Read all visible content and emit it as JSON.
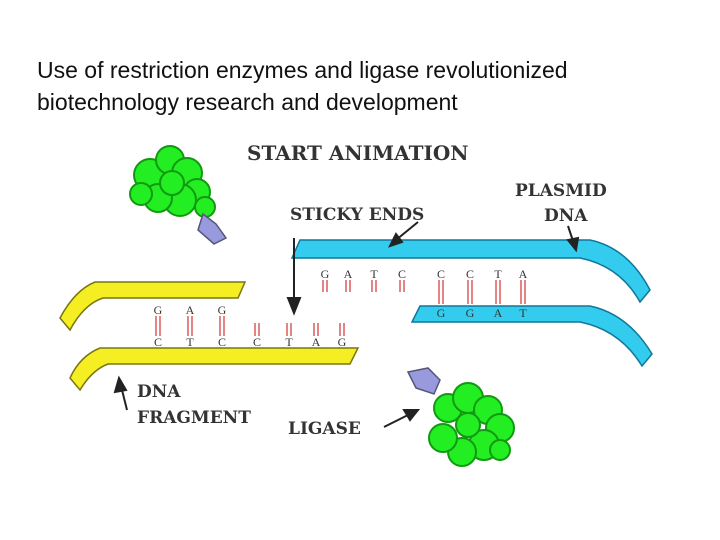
{
  "slide": {
    "title": "Use of restriction enzymes and ligase revolutionized biotechnology research and development"
  },
  "diagram": {
    "start_animation": "START ANIMATION",
    "sticky_ends": "STICKY ENDS",
    "plasmid_line1": "PLASMID",
    "plasmid_line2": "DNA",
    "dna_fragment_line1": "DNA",
    "dna_fragment_line2": "FRAGMENT",
    "ligase": "LIGASE",
    "plasmid_top_bases": [
      "G",
      "A",
      "T",
      "C",
      "C",
      "C",
      "T",
      "A"
    ],
    "plasmid_bottom_bases": [
      "G",
      "G",
      "A",
      "T"
    ],
    "fragment_top_bases": [
      "G",
      "A",
      "G"
    ],
    "fragment_bottom_bases": [
      "C",
      "T",
      "C",
      "C",
      "T",
      "A",
      "G"
    ],
    "colors": {
      "plasmid": "#33ccee",
      "fragment": "#f5ee22",
      "enzyme": "#22ee22",
      "enzyme_tip": "#9999dd",
      "base_pair": "#dd6666"
    }
  }
}
